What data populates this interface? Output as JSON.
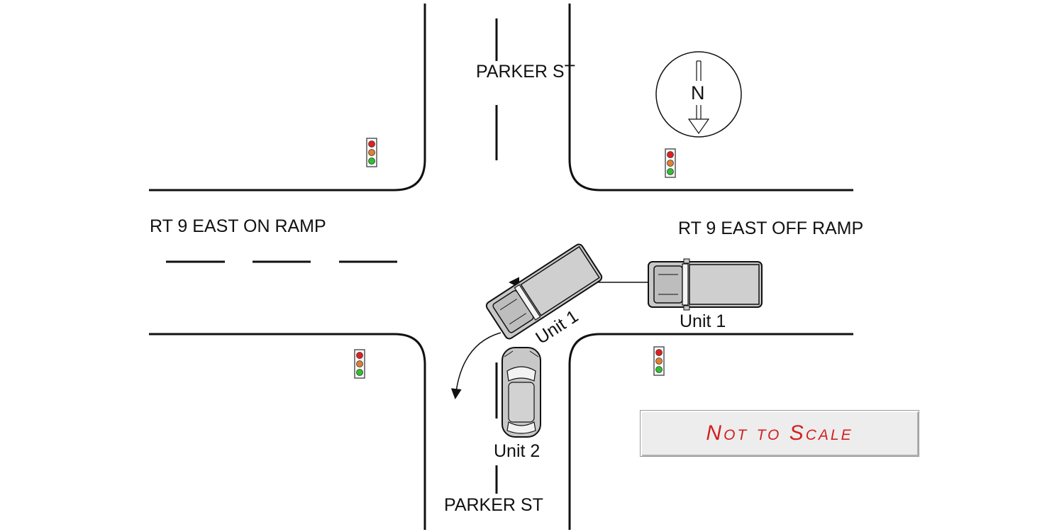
{
  "labels": {
    "street_north": "PARKER ST",
    "street_south": "PARKER ST",
    "ramp_on": "RT 9 EAST ON RAMP",
    "ramp_off": "RT 9 EAST OFF RAMP",
    "unit1_original": "Unit 1",
    "unit1_turning": "Unit 1",
    "unit2": "Unit 2",
    "north_letter": "N",
    "scale_note": "Not to Scale"
  },
  "colors": {
    "road_line": "#111111",
    "vehicle_fill": "#c8c8c8",
    "signal_red": "#e02020",
    "signal_amber": "#e08030",
    "signal_green": "#30c030",
    "scale_note_text": "#d42020"
  },
  "icons": {
    "traffic_signal": "traffic-light-icon",
    "compass": "north-arrow-icon",
    "truck": "pickup-truck-icon",
    "car": "sedan-car-icon"
  }
}
